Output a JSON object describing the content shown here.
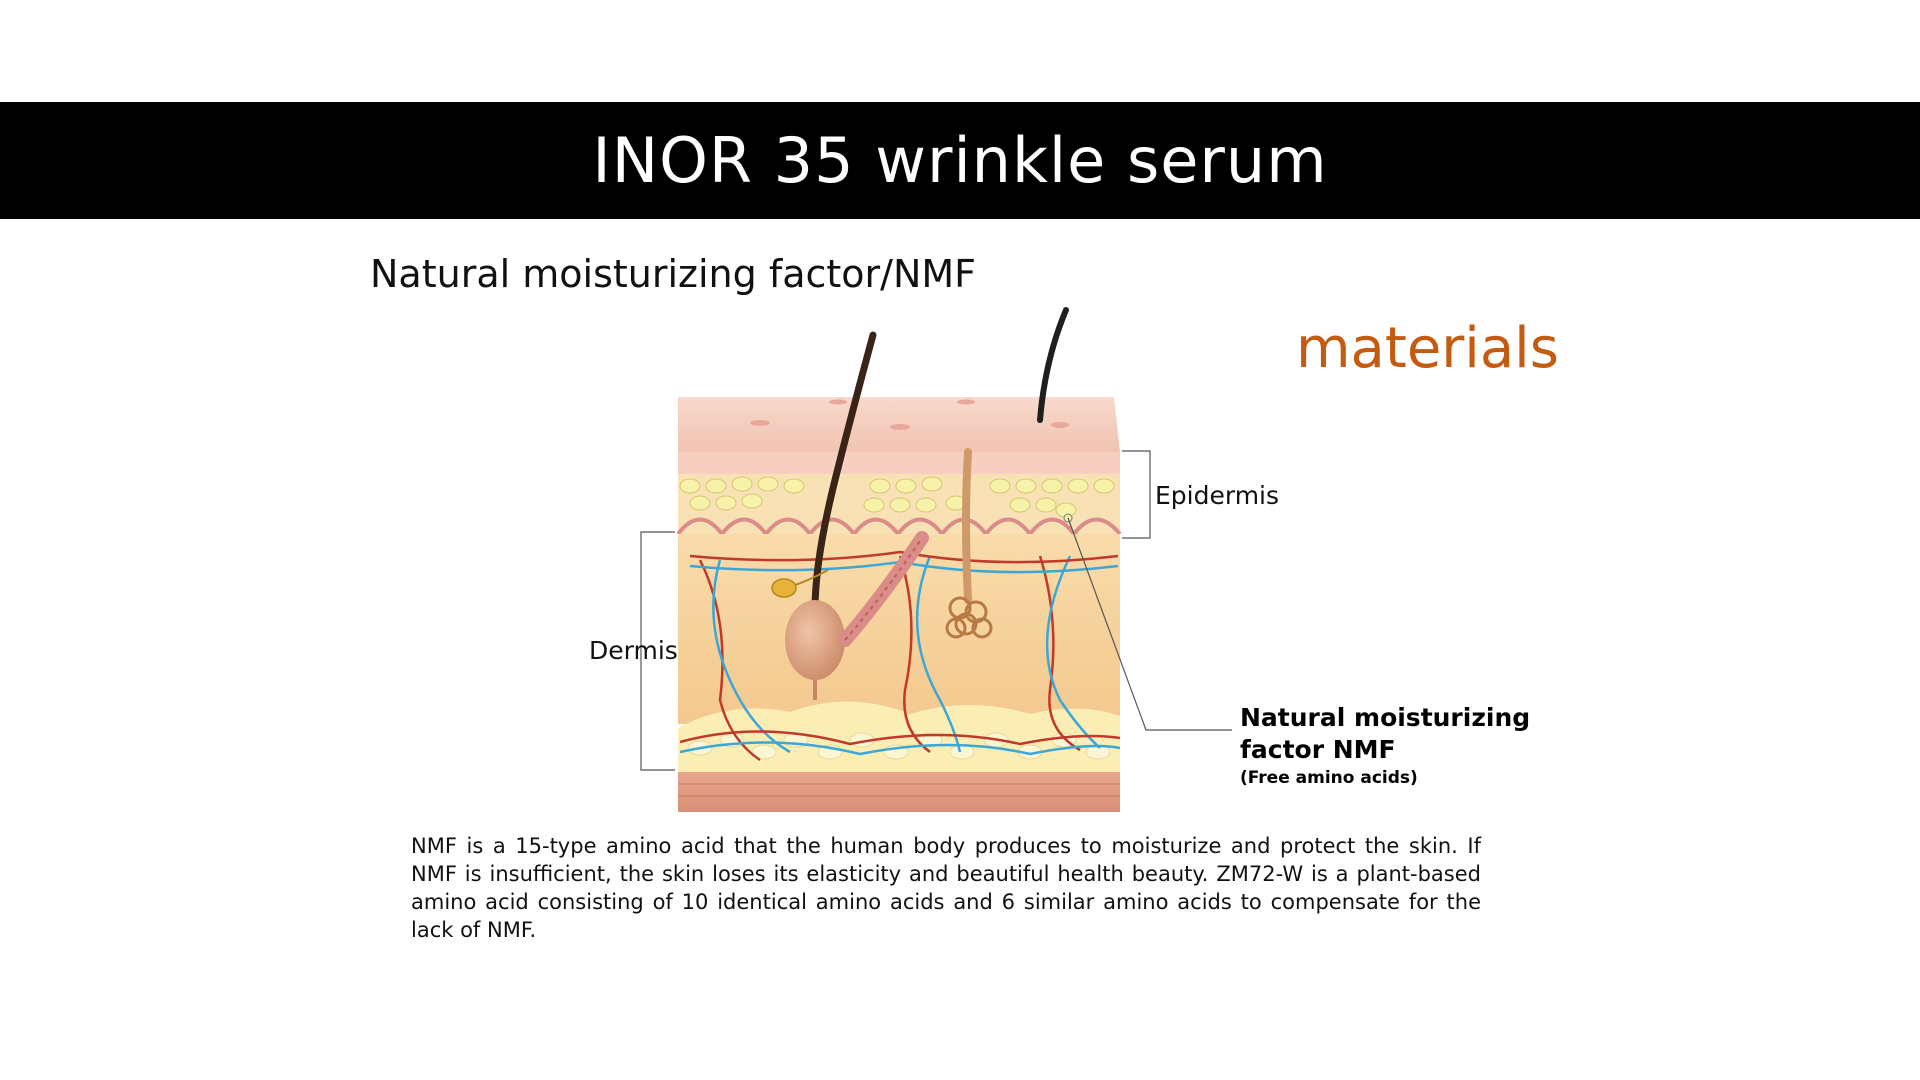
{
  "title": "INOR 35 wrinkle serum",
  "subtitle": "Natural moisturizing factor/NMF",
  "section_label": "materials",
  "diagram": {
    "label_epidermis": "Epidermis",
    "label_dermis": "Dermis",
    "nmf_title_line1": "Natural moisturizing",
    "nmf_title_line2": "factor NMF",
    "nmf_subtitle": "(Free amino acids)"
  },
  "body": "NMF is a 15-type amino acid that the human body produces to moisturize and protect the skin.  If NMF is insufficient, the skin loses its elasticity and beautiful health beauty. ZM72-W is a plant-based amino acid consisting of 10 identical amino acids and 6 similar amino acids to compensate for the lack of NMF.",
  "colors": {
    "title_bar": "#000000",
    "accent": "#c55a11"
  }
}
